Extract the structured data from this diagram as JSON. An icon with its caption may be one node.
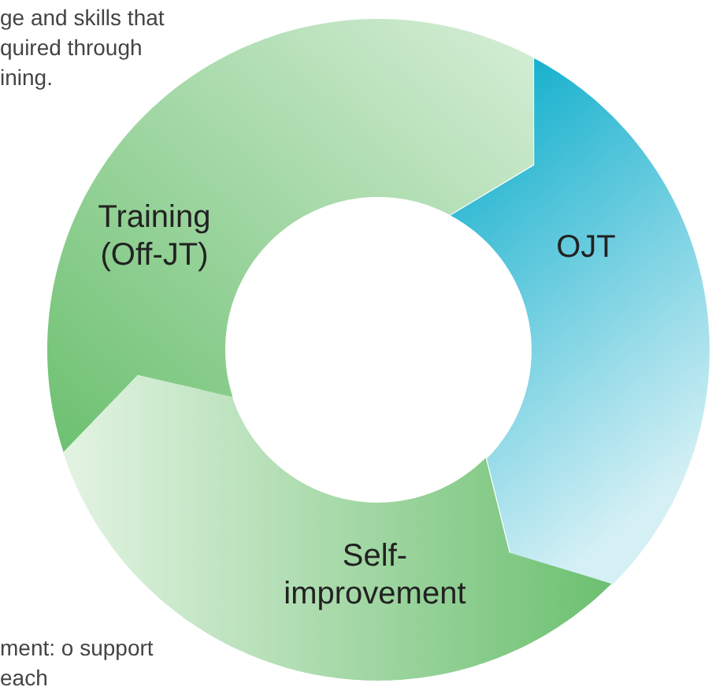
{
  "diagram": {
    "nodes": [
      {
        "text": [
          "OJT"
        ]
      },
      {
        "text": [
          "Self-improvement"
        ]
      },
      {
        "text": [
          "Training (Off-JT)"
        ]
      }
    ],
    "labels": [
      "ge and skills that quired through ining.",
      "ment: o support each"
    ]
  }
}
